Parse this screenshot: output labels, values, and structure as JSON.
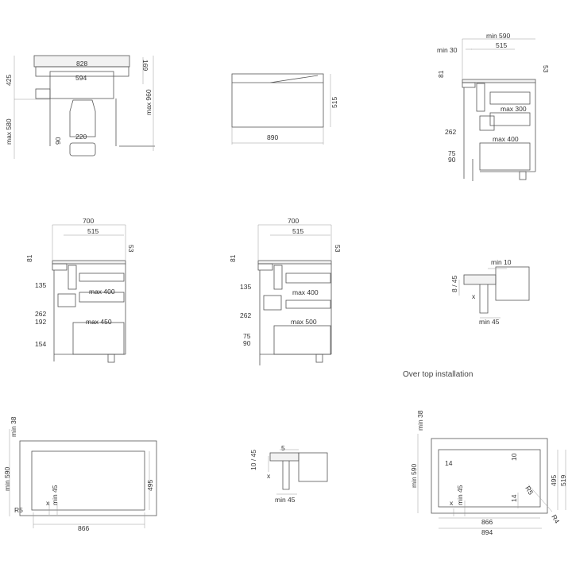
{
  "fig1": {
    "w828": "828",
    "w594": "594",
    "h169": "169",
    "h425": "425",
    "max580": "max 580",
    "max960": "max 960",
    "d220": "220",
    "d90": "90"
  },
  "fig2": {
    "h515": "515",
    "w890": "890"
  },
  "fig3": {
    "min590": "min 590",
    "min30": "min 30",
    "w515": "515",
    "h81": "81",
    "h53": "53",
    "max300": "max 300",
    "d262": "262",
    "max400": "max 400",
    "d75": "75",
    "d90": "90"
  },
  "fig4": {
    "w700": "700",
    "w515": "515",
    "h81": "81",
    "h53": "53",
    "d135": "135",
    "max400": "max 400",
    "d262": "262",
    "d192": "192",
    "max450": "max 450",
    "d154": "154"
  },
  "fig5": {
    "w700": "700",
    "w515": "515",
    "h81": "81",
    "h53": "53",
    "d135": "135",
    "max400": "max 400",
    "d262": "262",
    "max500": "max 500",
    "d75": "75",
    "d90": "90"
  },
  "fig6": {
    "min10": "min 10",
    "t845": "8 / 45",
    "x": "x",
    "min45": "min 45",
    "caption": "Over top installation"
  },
  "fig7": {
    "min38": "min 38",
    "min590": "min 590",
    "h495": "495",
    "r5": "R5",
    "x": "x",
    "min45": "min 45",
    "w866": "866"
  },
  "fig8": {
    "d5": "5",
    "t1045": "10 / 45",
    "x": "x",
    "min45": "min 45"
  },
  "fig9": {
    "min38": "min 38",
    "min590": "min 590",
    "d14a": "14",
    "d10": "10",
    "h495": "495",
    "h519": "519",
    "r5": "R5",
    "x": "x",
    "min45": "min 45",
    "d14b": "14",
    "w866": "866",
    "w894": "894",
    "r4": "R4"
  }
}
